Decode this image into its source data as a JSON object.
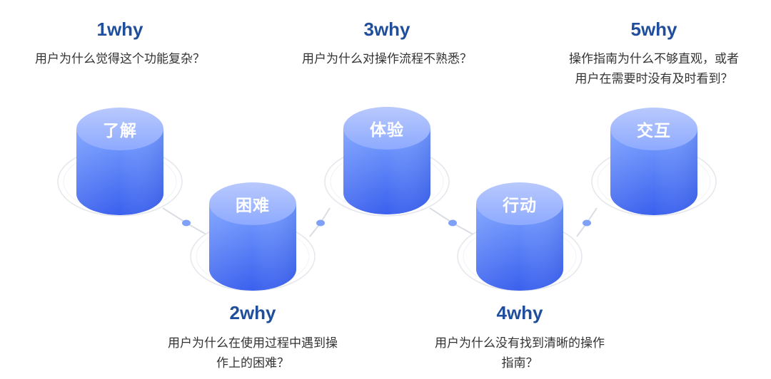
{
  "steps": [
    {
      "title": "1why",
      "label": "了解",
      "desc": [
        "用户为什么觉得这个功能复杂？"
      ]
    },
    {
      "title": "2why",
      "label": "困难",
      "desc": [
        "用户为什么在使用过程中遇到操",
        "作上的困难？"
      ]
    },
    {
      "title": "3why",
      "label": "体验",
      "desc": [
        "用户为什么对操作流程不熟悉？"
      ]
    },
    {
      "title": "4why",
      "label": "行动",
      "desc": [
        "用户为什么没有找到清晰的操作",
        "指南？"
      ]
    },
    {
      "title": "5why",
      "label": "交互",
      "desc": [
        "操作指南为什么不够直观，或者",
        "用户在需要时没有及时看到？"
      ]
    }
  ],
  "colors": {
    "title": "#1f4e9c",
    "cylinder_top": "#a9bdfb",
    "cylinder_body_light": "#6f97ff",
    "cylinder_body_dark": "#3c63ef",
    "connector": "#d9dde4",
    "dot": "#7ea0f7"
  }
}
